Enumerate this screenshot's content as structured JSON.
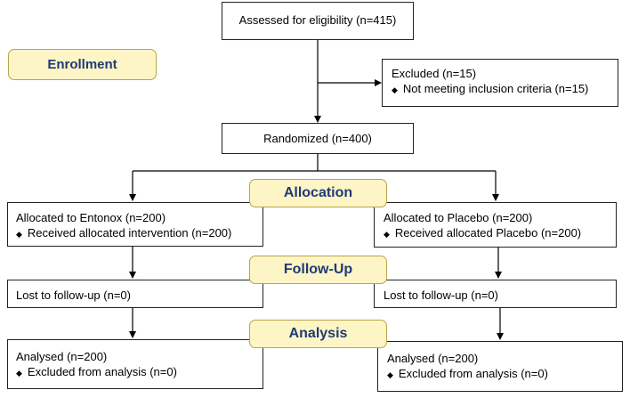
{
  "assessed": "Assessed for eligibility (n=415)",
  "excluded": {
    "title": "Excluded (n=15)",
    "bullet": "◆",
    "item": "Not meeting inclusion criteria (n=15)"
  },
  "randomized": "Randomized (n=400)",
  "stages": {
    "enrollment": "Enrollment",
    "allocation": "Allocation",
    "followup": "Follow-Up",
    "analysis": "Analysis"
  },
  "left": {
    "allocated": "Allocated to Entonox (n=200)",
    "received": "Received allocated intervention (n=200)",
    "lost": "Lost to follow-up (n=0)",
    "analysed": "Analysed (n=200)",
    "excluded": "Excluded from analysis (n=0)"
  },
  "right": {
    "allocated": "Allocated to Placebo (n=200)",
    "received": "Received allocated Placebo (n=200)",
    "lost": "Lost to follow-up (n=0)",
    "analysed": "Analysed (n=200)",
    "excluded": "Excluded from analysis (n=0)"
  },
  "bullet": "◆"
}
